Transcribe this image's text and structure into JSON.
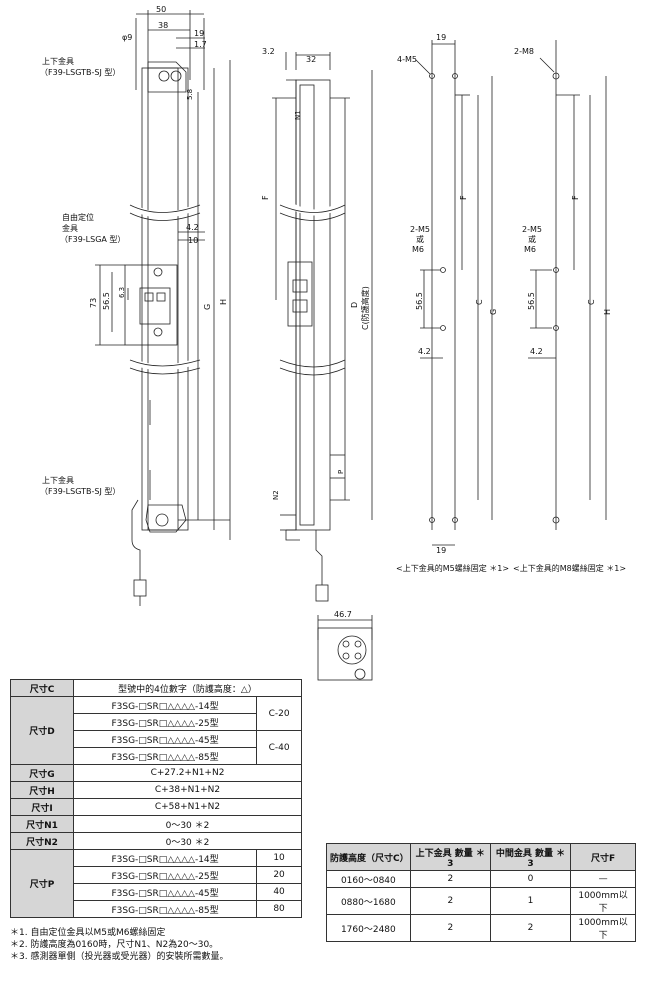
{
  "views": {
    "front": {
      "dims": [
        "50",
        "38",
        "19",
        "1.7",
        "5.8",
        "4.2",
        "10",
        "73",
        "56.5",
        "6.3",
        "G",
        "H"
      ],
      "diameter": "φ9",
      "bracket_top": [
        "上下金具",
        "（F39-LSGTB-SJ 型）"
      ],
      "bracket_mid": [
        "自由定位",
        "金具",
        "（F39-LSGA 型）"
      ],
      "bracket_bottom": [
        "上下金具",
        "（F39-LSGTB-SJ 型）"
      ]
    },
    "side": {
      "dims": [
        "3.2",
        "32",
        "N1",
        "F",
        "D",
        "C(防護高度)",
        "P",
        "N2"
      ]
    },
    "m5": {
      "dims": [
        "19",
        "F",
        "56.5",
        "C",
        "G",
        "4.2",
        "19"
      ],
      "holes_top": "4-M5",
      "holes_mid": [
        "2-M5",
        "或",
        "M6"
      ],
      "caption": "<上下金具的M5螺絲固定 ＊1>"
    },
    "m8": {
      "dims": [
        "F",
        "56.5",
        "C",
        "H",
        "4.2"
      ],
      "holes_top": "2-M8",
      "holes_mid": [
        "2-M5",
        "或",
        "M6"
      ],
      "caption": "<上下金具的M8螺絲固定 ＊1>"
    },
    "top": {
      "dim": "46.7"
    }
  },
  "dim_table": {
    "c": {
      "label": "尺寸C",
      "value": "型號中的4位數字（防護高度：△）"
    },
    "d": {
      "label": "尺寸D",
      "rows": [
        "F3SG-□SR□△△△△-14型",
        "F3SG-□SR□△△△△-25型",
        "F3SG-□SR□△△△△-45型",
        "F3SG-□SR□△△△△-85型"
      ],
      "values": [
        "C-20",
        "C-40"
      ]
    },
    "g": {
      "label": "尺寸G",
      "value": "C+27.2+N1+N2"
    },
    "h": {
      "label": "尺寸H",
      "value": "C+38+N1+N2"
    },
    "i": {
      "label": "尺寸I",
      "value": "C+58+N1+N2"
    },
    "n1": {
      "label": "尺寸N1",
      "value": "0～30 ＊2"
    },
    "n2": {
      "label": "尺寸N2",
      "value": "0～30 ＊2"
    },
    "p": {
      "label": "尺寸P",
      "rows": [
        "F3SG-□SR□△△△△-14型",
        "F3SG-□SR□△△△△-25型",
        "F3SG-□SR□△△△△-45型",
        "F3SG-□SR□△△△△-85型"
      ],
      "values": [
        "10",
        "20",
        "40",
        "80"
      ]
    }
  },
  "guard_table": {
    "headers": [
      "防護高度（尺寸C）",
      "上下金具 數量 ＊3",
      "中間金具 數量 ＊3",
      "尺寸F"
    ],
    "rows": [
      [
        "0160～0840",
        "2",
        "0",
        "—"
      ],
      [
        "0880～1680",
        "2",
        "1",
        "1000mm以下"
      ],
      [
        "1760～2480",
        "2",
        "2",
        "1000mm以下"
      ]
    ]
  },
  "notes": [
    "＊1. 自由定位金具以M5或M6螺絲固定",
    "＊2. 防護高度為0160時，尺寸N1、N2為20～30。",
    "＊3. 感測器單側（投光器或受光器）的安裝所需數量。"
  ]
}
